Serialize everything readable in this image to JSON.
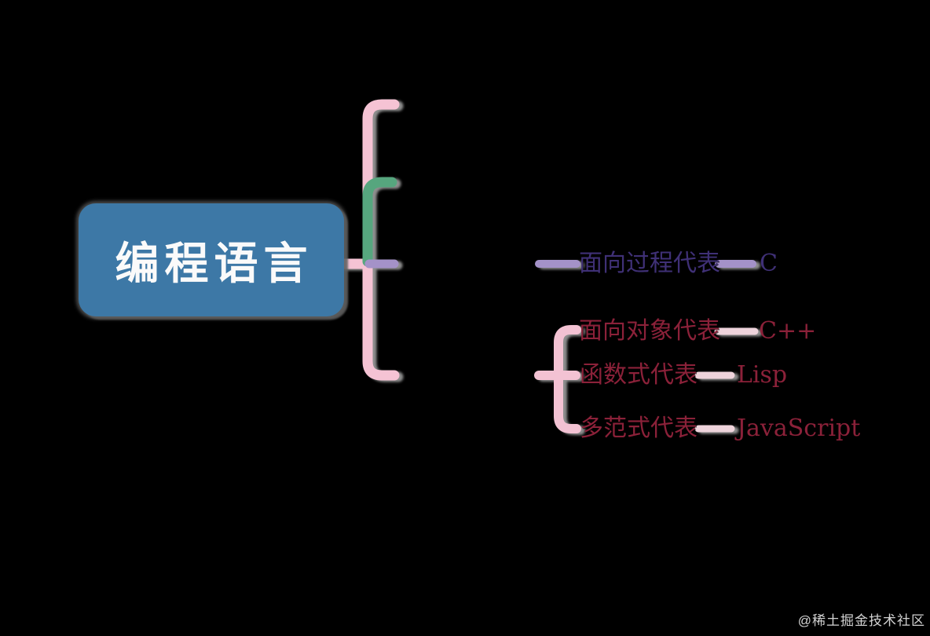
{
  "diagram_type": "mindmap",
  "root": {
    "label": "编程语言"
  },
  "branches": [
    {
      "label": "面向过程代表",
      "value": "C",
      "line_color": "#a492c8",
      "text_color": "#3f3076"
    },
    {
      "label": "面向对象代表",
      "value": "C++",
      "line_color": "#eed3db",
      "text_color": "#8b2139"
    },
    {
      "label": "函数式代表",
      "value": "Lisp",
      "line_color": "#eed3db",
      "text_color": "#8b2139"
    },
    {
      "label": "多范式代表",
      "value": "JavaScript",
      "line_color": "#eed3db",
      "text_color": "#8b2139"
    }
  ],
  "colors": {
    "background": "#000000",
    "root_node_fill": "#3d78a6",
    "root_node_text": "#fafafa",
    "brace_pink": "#f5c3d4",
    "sub_brace_pink": "#f3c2d3",
    "pale_pink_line": "#eed3db",
    "branch_green": "#57a67e",
    "purple_line": "#a492c8",
    "shadow_gray": "#9e9e9e"
  },
  "watermark": "@稀土掘金技术社区"
}
